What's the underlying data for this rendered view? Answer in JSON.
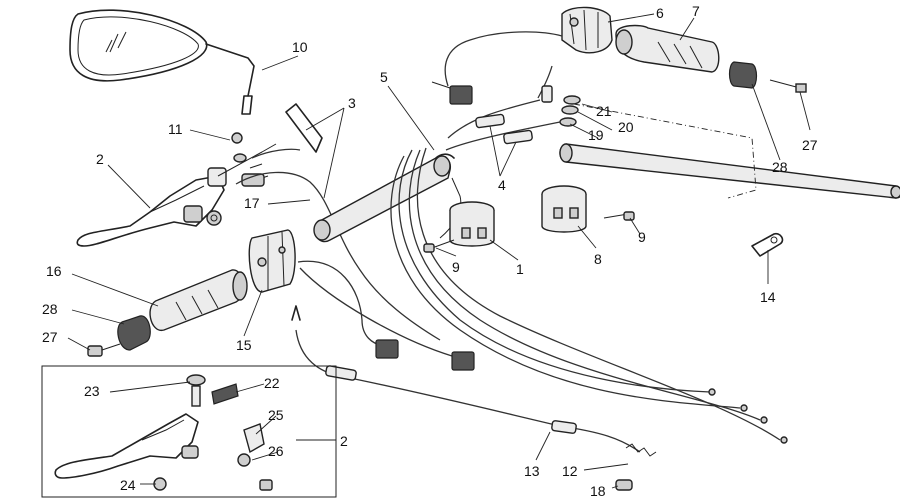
{
  "callouts": {
    "c1": "1",
    "c2a": "2",
    "c2b": "2",
    "c3": "3",
    "c4": "4",
    "c5": "5",
    "c6": "6",
    "c7": "7",
    "c8": "8",
    "c9a": "9",
    "c9b": "9",
    "c10": "10",
    "c11": "11",
    "c12": "12",
    "c13": "13",
    "c14": "14",
    "c15": "15",
    "c16": "16",
    "c17": "17",
    "c18": "18",
    "c19": "19",
    "c20": "20",
    "c21": "21",
    "c22": "22",
    "c23": "23",
    "c24": "24",
    "c25": "25",
    "c26": "26",
    "c27a": "27",
    "c27b": "27",
    "c28a": "28",
    "c28b": "28"
  }
}
